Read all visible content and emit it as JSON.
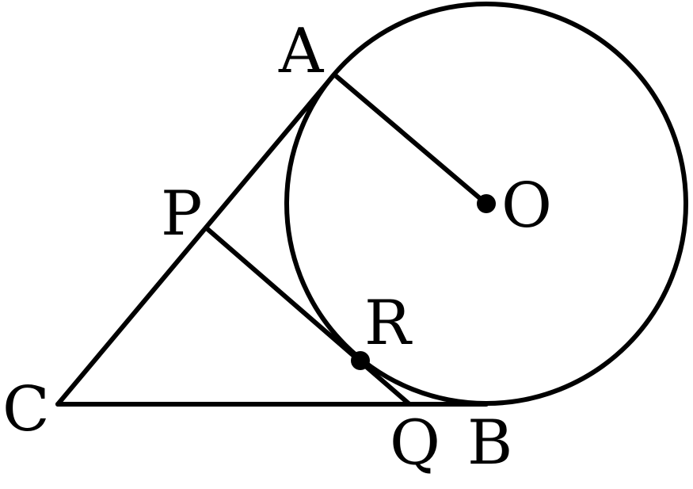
{
  "labels": {
    "A": "A",
    "O": "O",
    "P": "P",
    "R": "R",
    "C": "C",
    "Q": "Q",
    "B": "B"
  },
  "colors": {
    "stroke": "#000000",
    "background": "#ffffff"
  }
}
